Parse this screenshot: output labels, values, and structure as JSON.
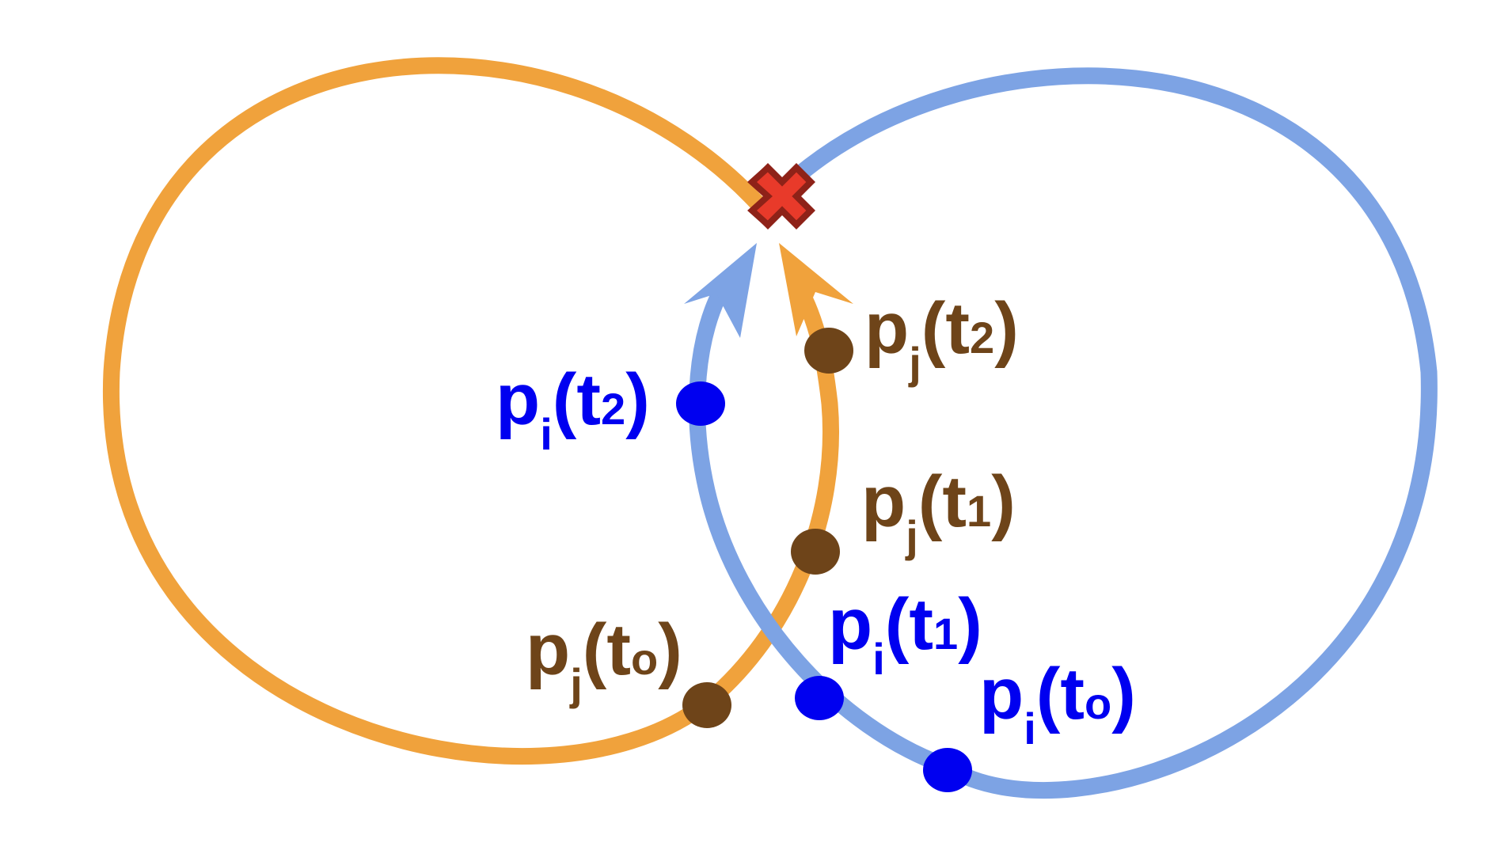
{
  "colors": {
    "orange_path": "#F0A23C",
    "blue_path": "#7DA3E4",
    "agent_i": "#0000F0",
    "agent_j": "#6E4419",
    "collision_fill": "#E83A2A",
    "collision_stroke": "#8E2218",
    "background": "#FFFFFF"
  },
  "agents": {
    "i": {
      "color_key": "agent_i",
      "labels": {
        "t0": {
          "p": "p",
          "sub": "i",
          "open": "(",
          "t": "t",
          "tsub": "o",
          "close": ")"
        },
        "t1": {
          "p": "p",
          "sub": "i",
          "open": "(",
          "t": "t",
          "tsub": "1",
          "close": ")"
        },
        "t2": {
          "p": "p",
          "sub": "i",
          "open": "(",
          "t": "t",
          "tsub": "2",
          "close": ")"
        }
      }
    },
    "j": {
      "color_key": "agent_j",
      "labels": {
        "t0": {
          "p": "p",
          "sub": "j",
          "open": "(",
          "t": "t",
          "tsub": "o",
          "close": ")"
        },
        "t1": {
          "p": "p",
          "sub": "j",
          "open": "(",
          "t": "t",
          "tsub": "1",
          "close": ")"
        },
        "t2": {
          "p": "p",
          "sub": "j",
          "open": "(",
          "t": "t",
          "tsub": "2",
          "close": ")"
        }
      }
    }
  },
  "icons": {
    "collision": "collision-x-icon",
    "arrow": "arrowhead-icon"
  }
}
